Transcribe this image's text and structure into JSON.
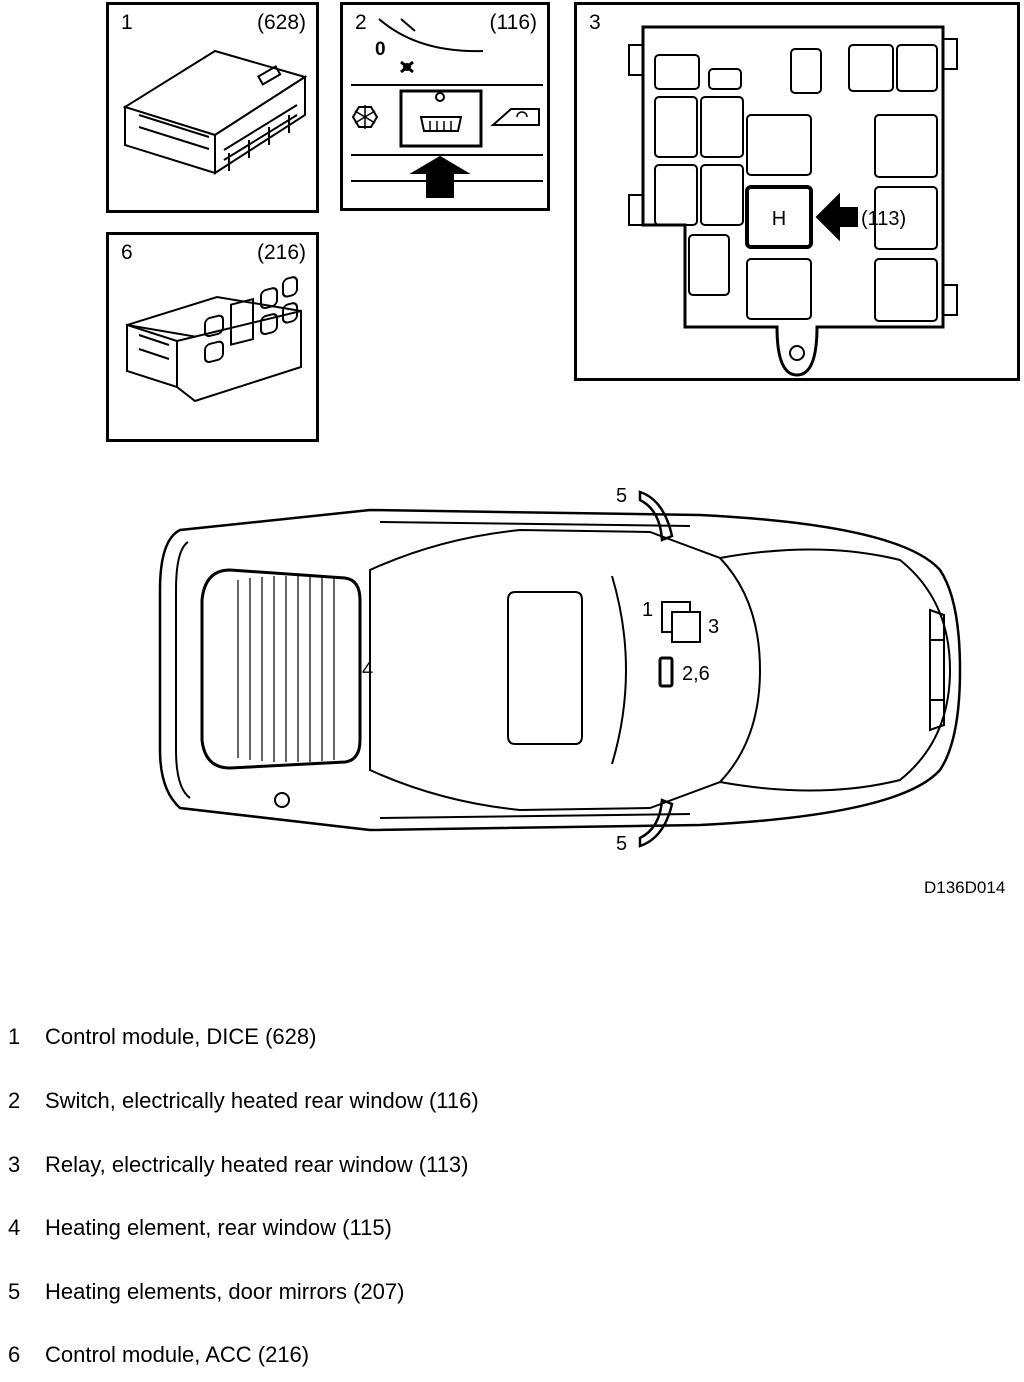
{
  "panels": {
    "p1": {
      "number": "1",
      "code": "(628)"
    },
    "p2": {
      "number": "2",
      "code": "(116)",
      "dial_label": "0"
    },
    "p3": {
      "number": "3",
      "relay_label": "H",
      "code": "(113)"
    },
    "p6": {
      "number": "6",
      "code": "(216)"
    }
  },
  "car_callouts": {
    "mirror_top": "5",
    "mirror_bottom": "5",
    "control_module": "1",
    "relay": "3",
    "switch": "2,6",
    "rear_window": "4"
  },
  "figure_code": "D136D014",
  "legend": [
    {
      "num": "1",
      "text": "Control module, DICE (628)"
    },
    {
      "num": "2",
      "text": "Switch, electrically heated rear window (116)"
    },
    {
      "num": "3",
      "text": "Relay, electrically heated rear window (113)"
    },
    {
      "num": "4",
      "text": "Heating element, rear window (115)"
    },
    {
      "num": "5",
      "text": "Heating elements, door mirrors (207)"
    },
    {
      "num": "6",
      "text": "Control module, ACC (216)"
    }
  ]
}
